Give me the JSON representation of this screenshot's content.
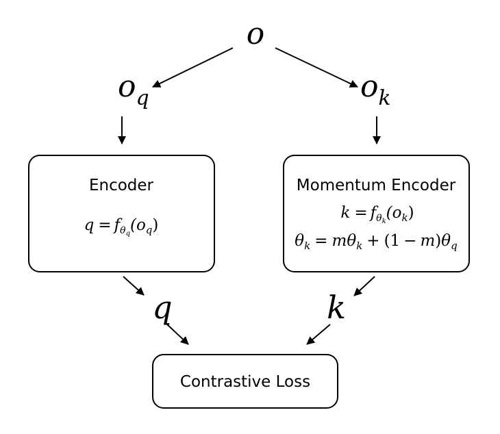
{
  "nodes": {
    "o": "o",
    "oq_base": "o",
    "oq_sub": "q",
    "ok_base": "o",
    "ok_sub": "k",
    "q_out": "q",
    "k_out": "k"
  },
  "encoder": {
    "title": "Encoder",
    "eq": {
      "lhs": "q",
      "eq": "=",
      "f": "f",
      "theta": "θ",
      "theta_sub": "q",
      "arg": "(o",
      "arg_sub": "q",
      "close": ")"
    }
  },
  "momentum_encoder": {
    "title": "Momentum Encoder",
    "eq1": {
      "lhs": "k",
      "eq": "=",
      "f": "f",
      "theta": "θ",
      "theta_sub": "k",
      "arg": "(o",
      "arg_sub": "k",
      "close": ")"
    },
    "eq2": {
      "theta": "θ",
      "sub": "k",
      "eq": "=",
      "m": "m",
      "theta2": "θ",
      "sub2": "k",
      "plus": "+",
      "paren": "(1",
      "minus": "−",
      "m2": "m",
      "close": ")",
      "theta3": "θ",
      "sub3": "q"
    }
  },
  "loss": {
    "label": "Contrastive Loss"
  },
  "colors": {
    "stroke": "#000000",
    "background": "#ffffff"
  }
}
